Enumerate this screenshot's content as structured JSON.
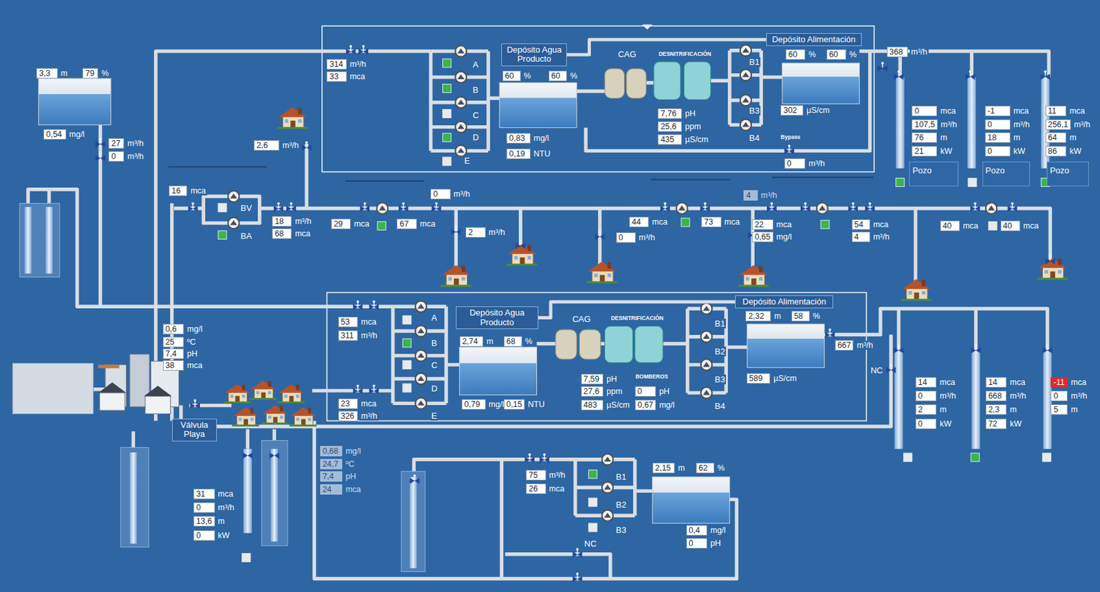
{
  "diagram": {
    "nodes": [
      {
        "text": [
          "Depósito Agua Producto"
        ]
      },
      {
        "text": [
          "Depósito Alimentación"
        ]
      },
      {
        "text": [
          "Pozo"
        ]
      },
      {
        "text": [
          "Pozo"
        ]
      },
      {
        "text": [
          "Pozo"
        ]
      },
      {
        "text": [
          "Depósito Agua Producto"
        ]
      },
      {
        "text": [
          "Depósito Alimentación"
        ]
      },
      {
        "text": [
          "Válvula Playa"
        ]
      }
    ],
    "edges": [
      {
        "from": 1,
        "to": 0,
        "arrow": "none"
      },
      {
        "from": 6,
        "to": 5,
        "arrow": "none"
      }
    ],
    "labels": [
      "3,3",
      "m",
      "79",
      "%",
      "0,54",
      "mg/l",
      "27",
      "m³/h",
      "0",
      "m³/h",
      "314",
      "m³/h",
      "33",
      "mca",
      "A",
      "B",
      "C",
      "D",
      "E",
      "60",
      "%",
      "60",
      "%",
      "0,83",
      "mg/l",
      "0,19",
      "NTU",
      "CAG",
      "DESNITRIFICACIÓN",
      "7,76",
      "pH",
      "25,6",
      "ppm",
      "435",
      "µS/cm",
      "B1",
      "B3",
      "B4",
      "60",
      "%",
      "60",
      "%",
      "302",
      "µS/cm",
      "Bypass",
      "0",
      "m³/h",
      "368",
      "m³/h",
      "0",
      "mca",
      "107,5",
      "m³/h",
      "76",
      "m",
      "21",
      "kW",
      "-1",
      "mca",
      "0",
      "m³/h",
      "18",
      "m",
      "0",
      "kW",
      "11",
      "mca",
      "256,1",
      "m³/h",
      "64",
      "m",
      "86",
      "kW",
      "2,6",
      "m³/h",
      "16",
      "mca",
      "BV",
      "BA",
      "18",
      "m³/h",
      "68",
      "mca",
      "29",
      "mca",
      "67",
      "mca",
      "0",
      "m³/h",
      "2",
      "m³/h",
      "0",
      "m³/h",
      "44",
      "mca",
      "73",
      "mca",
      "4",
      "m³/h",
      "22",
      "mca",
      "0,65",
      "mg/l",
      "54",
      "mca",
      "4",
      "m³/h",
      "40",
      "mca",
      "40",
      "mca",
      "53",
      "mca",
      "311",
      "m³/h",
      "A",
      "B",
      "C",
      "D",
      "E",
      "2,74",
      "m",
      "68",
      "%",
      "0,79",
      "mg/l",
      "0,15",
      "NTU",
      "23",
      "mca",
      "326",
      "m³/h",
      "CAG",
      "DESNITRIFICACIÓN",
      "7,59",
      "pH",
      "27,6",
      "ppm",
      "483",
      "µS/cm",
      "BOMBEROS",
      "0",
      "pH",
      "0,67",
      "mg/l",
      "B1",
      "B2",
      "B3",
      "B4",
      "2,32",
      "m",
      "58",
      "%",
      "667",
      "m³/h",
      "589",
      "µS/cm",
      "NC",
      "14",
      "mca",
      "0",
      "m³/h",
      "2",
      "m",
      "0",
      "kW",
      "14",
      "mca",
      "668",
      "m³/h",
      "2,3",
      "m",
      "72",
      "kW",
      "-11",
      "mca",
      "0",
      "m³/h",
      "5",
      "m",
      "0,6",
      "mg/l",
      "25",
      "ºC",
      "7,4",
      "pH",
      "38",
      "mca",
      "31",
      "mca",
      "0",
      "m³/h",
      "13,6",
      "m",
      "0",
      "kW",
      "0,68",
      "mg/l",
      "24,7",
      "ºC",
      "7,4",
      "pH",
      "24",
      "mca",
      "75",
      "m³/h",
      "26",
      "mca",
      "B1",
      "B2",
      "B3",
      "2,15",
      "m",
      "62",
      "%",
      "0,4",
      "mg/l",
      "0",
      "pH",
      "NC"
    ]
  }
}
